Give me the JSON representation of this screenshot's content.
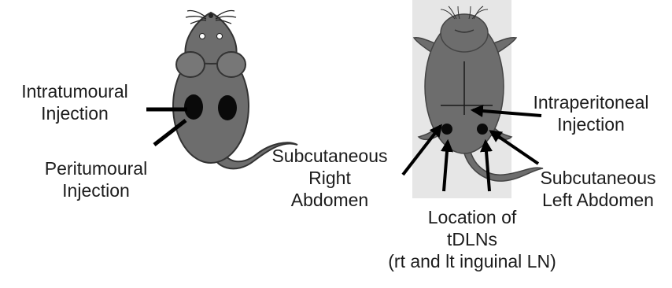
{
  "labels": {
    "intratumoural": [
      "Intratumoural",
      "Injection"
    ],
    "peritumoural": [
      "Peritumoural",
      "Injection"
    ],
    "subcutaneous_right": [
      "Subcutaneous",
      "Right",
      "Abdomen"
    ],
    "location_tdlns": [
      "Location of",
      "tDLNs",
      "(rt and lt inguinal LN)"
    ],
    "intraperitoneal": [
      "Intraperitoneal",
      "Injection"
    ],
    "subcutaneous_left": [
      "Subcutaneous",
      "Left Abdomen"
    ]
  },
  "colors": {
    "mouse_body": "#6d6d6d",
    "mouse_outline": "#333333",
    "tumour": "#0a0a0a",
    "arrow": "#000000",
    "ventral_background": "#e6e6e6"
  }
}
